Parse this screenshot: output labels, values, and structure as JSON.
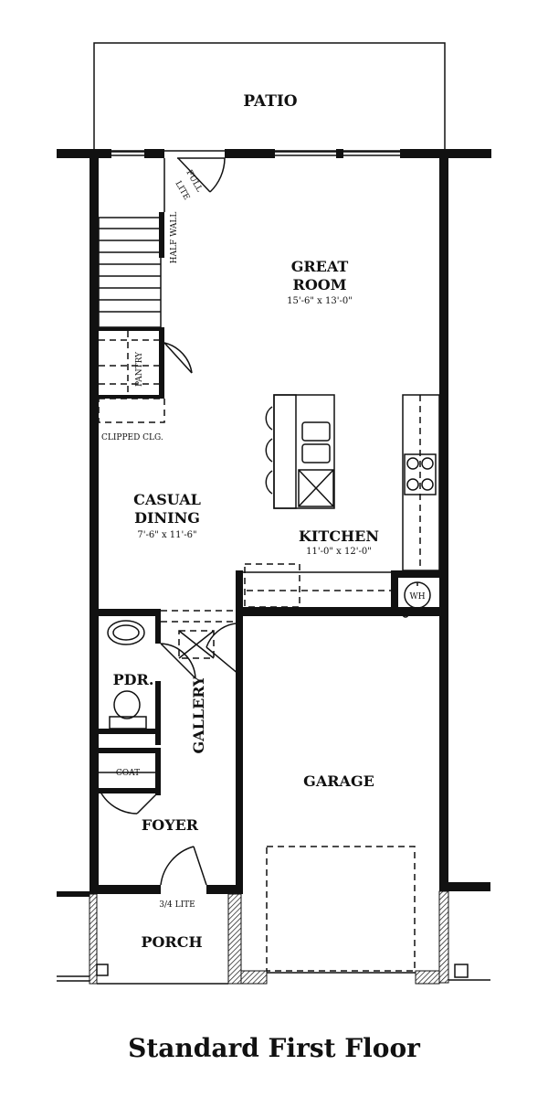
{
  "rooms": {
    "patio": "PATIO",
    "great_room": {
      "name_line1": "GREAT",
      "name_line2": "ROOM",
      "size": "15'-6\" x 13'-0\""
    },
    "casual_dining": {
      "name_line1": "CASUAL",
      "name_line2": "DINING",
      "size": "7'-6\" x 11'-6\""
    },
    "kitchen": {
      "name": "KITCHEN",
      "size": "11'-0\" x 12'-0\""
    },
    "powder": "PDR.",
    "gallery": "GALLERY",
    "coat": "COAT",
    "foyer": "FOYER",
    "garage": "GARAGE",
    "porch": "PORCH"
  },
  "notes": {
    "full_lite_1": "FULL",
    "full_lite_2": "LITE",
    "half_wall": "HALF WALL",
    "pantry": "PANTRY",
    "clipped_clg": "CLIPPED CLG.",
    "three_quarter_lite": "3/4 LITE",
    "water_heater": "WH"
  },
  "caption": "Standard First Floor"
}
